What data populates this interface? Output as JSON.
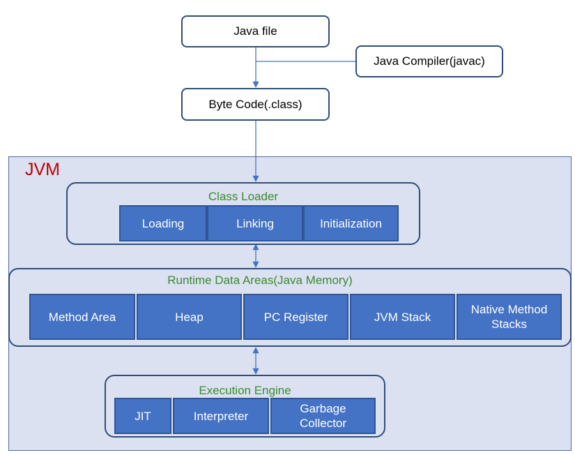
{
  "source": {
    "java_file": "Java file",
    "compiler": "Java Compiler(javac)",
    "byte_code": "Byte Code(.class)"
  },
  "jvm": {
    "title": "JVM",
    "class_loader": {
      "title": "Class Loader",
      "items": [
        "Loading",
        "Linking",
        "Initialization"
      ]
    },
    "runtime_data_areas": {
      "title": "Runtime Data Areas(Java Memory)",
      "items": [
        "Method Area",
        "Heap",
        "PC Register",
        "JVM Stack",
        "Native Method Stacks"
      ]
    },
    "execution_engine": {
      "title": "Execution Engine",
      "items": [
        "JIT",
        "Interpreter",
        "Garbage Collector"
      ]
    }
  },
  "colors": {
    "box_fill": "#4472c4",
    "box_border": "#2f5597",
    "jvm_background": "#dbe1f1",
    "group_title": "#3c8a2e",
    "jvm_title": "#c00000",
    "connector": "#4472c4"
  }
}
